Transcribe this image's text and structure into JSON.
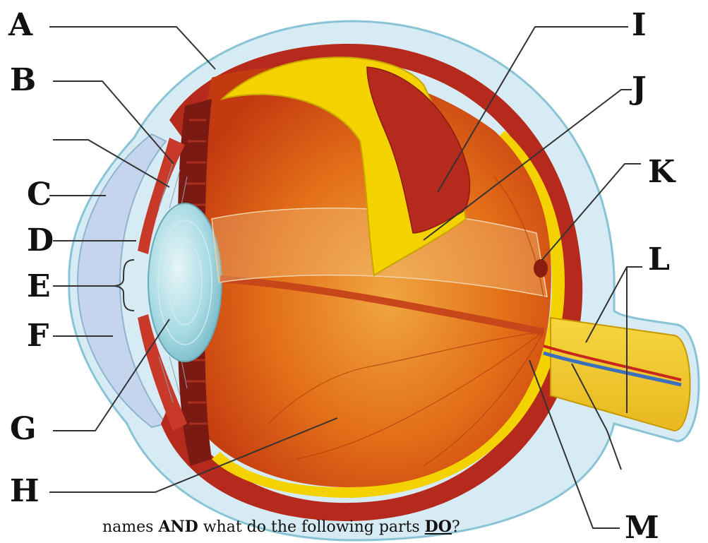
{
  "labels": {
    "A": "A",
    "B": "B",
    "C": "C",
    "D": "D",
    "E": "E",
    "F": "F",
    "G": "G",
    "H": "H",
    "I": "I",
    "J": "J",
    "K": "K",
    "L": "L",
    "M": "M"
  },
  "caption": {
    "part1": "names ",
    "bold1": "AND",
    "part2": " what do the following parts ",
    "bold2": "DO",
    "part3": "?"
  },
  "colors": {
    "sclera": "#d8ecf4",
    "sclera_edge": "#8fc7da",
    "cornea_fill": "#c9d8ef",
    "choroid": "#b82a1c",
    "retina": "#f5d400",
    "vitreous": "#e4731a",
    "lens": "#9fd6e2"
  }
}
